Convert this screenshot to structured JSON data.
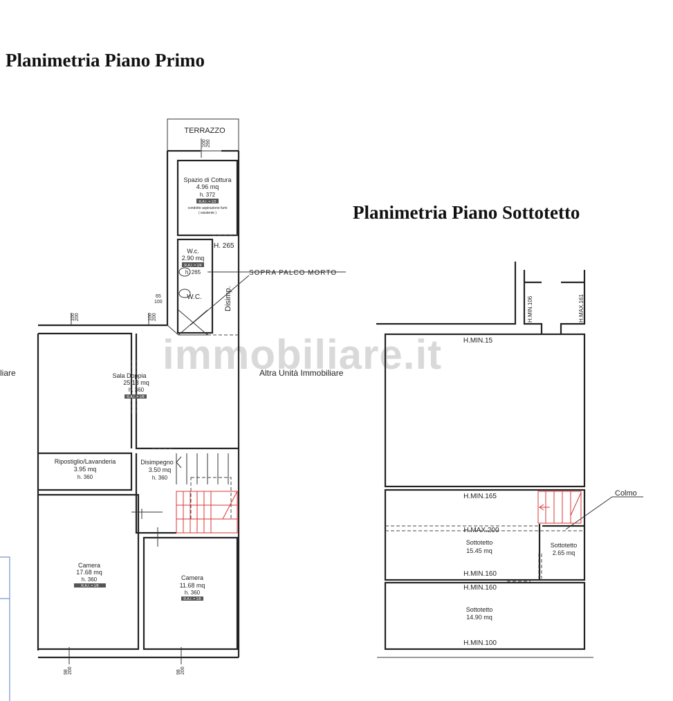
{
  "titles": {
    "primo": "Planimetria Piano Primo",
    "sottotetto": "Planimetria Piano Sottotetto"
  },
  "watermark": "immobiliare.it",
  "primo": {
    "terrazzo": "TERRAZZO",
    "cottura": {
      "name": "Spazio di Cottura",
      "area": "4.96 mq",
      "h": "h. 372",
      "badge": "R.A.I. = 1/2",
      "note1": "condotto aspirazione fumi",
      "note2": "( esistente )"
    },
    "h265": "H. 265",
    "wc": {
      "name": "W.c.",
      "area": "2.90 mq",
      "badge": "R.A.I. = 1/4",
      "h": "h. 265",
      "label2": "W.C."
    },
    "palco": "SOPRA PALCO MORTO",
    "disimp_short": "Disimp.",
    "dim_65": "65",
    "dim_100": "100",
    "dim_200": "200",
    "dim_290": "290",
    "dim_98": "98",
    "sala": {
      "name": "Sala Doppia",
      "area": "25.13 mq",
      "h": "h. 360",
      "badge": "R.A.I. = 1/8"
    },
    "altra_unita": "Altra Unità Immobiliare",
    "left_cut": "liare",
    "ripostiglio": {
      "name": "Ripostiglio/Lavanderia",
      "area": "3.95 mq",
      "h": "h. 360"
    },
    "disimpegno": {
      "name": "Disimpegno",
      "area": "3.50 mq",
      "h": "h. 360"
    },
    "camera1": {
      "name": "Camera",
      "area": "17.68 mq",
      "h": "h. 360",
      "badge": "R.A.I. = 1/8"
    },
    "camera2": {
      "name": "Camera",
      "area": "11.68 mq",
      "h": "h. 360",
      "badge": "R.A.I. = 1/8"
    }
  },
  "sottotetto": {
    "hmin106": "H.MIN.106",
    "hmax161": "H.MAX.161",
    "hmin15": "H.MIN.15",
    "hmin165": "H.MIN.165",
    "hmax200": "H.MAX.200",
    "colmo": "Colmo",
    "room1": {
      "name": "Sottotetto",
      "area": "15.45 mq"
    },
    "room2": {
      "name": "Sottotetto",
      "area": "2.65 mq"
    },
    "hmin160a": "H.MIN.160",
    "hmin160b": "H.MIN.160",
    "room3": {
      "name": "Sottotetto",
      "area": "14.90 mq"
    },
    "hmin100": "H.MIN.100"
  },
  "colors": {
    "wall": "#222222",
    "stairs": "#dd3333",
    "frame": "#8fa6d8"
  }
}
